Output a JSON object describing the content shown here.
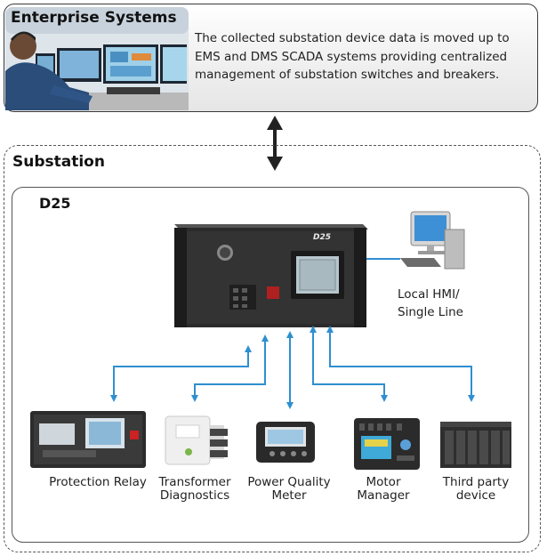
{
  "enterprise": {
    "title": "Enterprise Systems",
    "description": "The collected substation device data is moved up to EMS and DMS SCADA systems providing centralized management of substation switches and breakers."
  },
  "substation": {
    "title": "Substation",
    "d25_title": "D25",
    "d25_panel_text": "D25",
    "local_hmi_label": "Local HMI/ Single Line"
  },
  "devices": {
    "protection_relay": "Protection Relay",
    "transformer_diagnostics": "Transformer Diagnostics",
    "power_quality_meter": "Power Quality Meter",
    "motor_manager": "Motor Manager",
    "third_party_device": "Third party device"
  },
  "colors": {
    "arrow_blue": "#2f8fd0",
    "box_border": "#555555"
  }
}
